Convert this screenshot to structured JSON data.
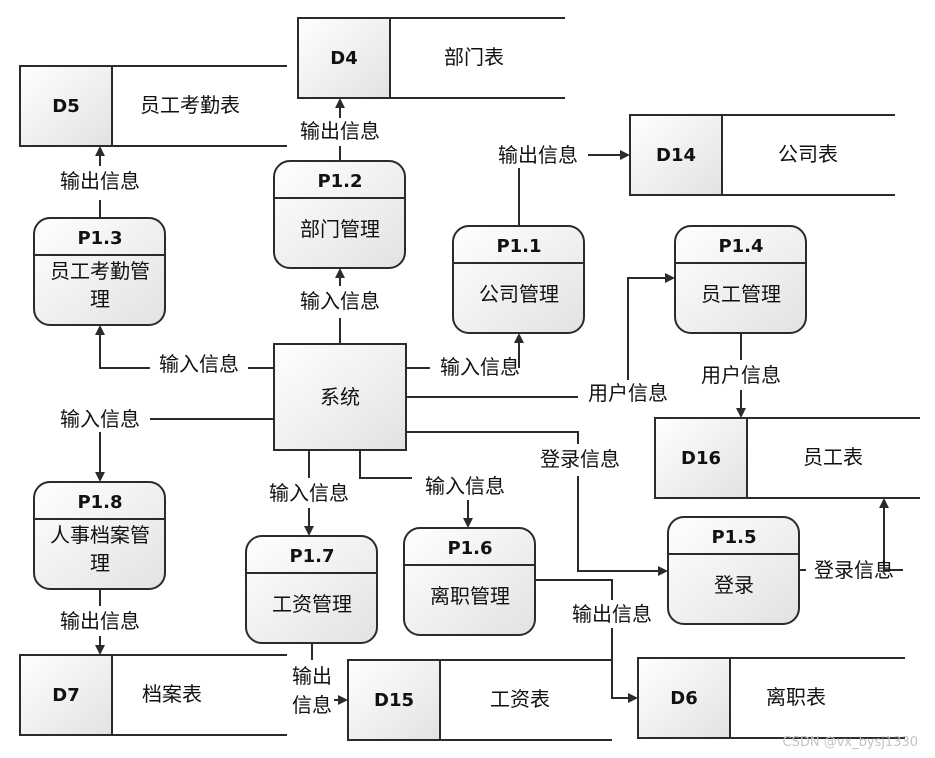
{
  "system": {
    "label": "系统"
  },
  "processes": {
    "p11": {
      "id": "P1.1",
      "name": "公司管理"
    },
    "p12": {
      "id": "P1.2",
      "name": "部门管理"
    },
    "p13": {
      "id": "P1.3",
      "name_line1": "员工考勤管",
      "name_line2": "理"
    },
    "p14": {
      "id": "P1.4",
      "name": "员工管理"
    },
    "p15": {
      "id": "P1.5",
      "name": "登录"
    },
    "p16": {
      "id": "P1.6",
      "name": "离职管理"
    },
    "p17": {
      "id": "P1.7",
      "name": "工资管理"
    },
    "p18": {
      "id": "P1.8",
      "name_line1": "人事档案管",
      "name_line2": "理"
    }
  },
  "stores": {
    "d4": {
      "id": "D4",
      "name": "部门表"
    },
    "d5": {
      "id": "D5",
      "name": "员工考勤表"
    },
    "d6": {
      "id": "D6",
      "name": "离职表"
    },
    "d7": {
      "id": "D7",
      "name": "档案表"
    },
    "d14": {
      "id": "D14",
      "name": "公司表"
    },
    "d15": {
      "id": "D15",
      "name": "工资表"
    },
    "d16": {
      "id": "D16",
      "name": "员工表"
    }
  },
  "flows": {
    "d4_out": "输出信息",
    "d5_out": "输出信息",
    "d14_out": "输出信息",
    "p12_in": "输入信息",
    "p13_in": "输入信息",
    "p11_in": "输入信息",
    "user_info": "用户信息",
    "p14_user": "用户信息",
    "p18_in": "输入信息",
    "login_info": "登录信息",
    "p17_in": "输入信息",
    "p16_in": "输入信息",
    "p15_login": "登录信息",
    "p16_out": "输出信息",
    "p18_out": "输出信息",
    "p17_out_line1": "输出",
    "p17_out_line2": "信息"
  },
  "watermark": "CSDN @vx_bysj1330"
}
